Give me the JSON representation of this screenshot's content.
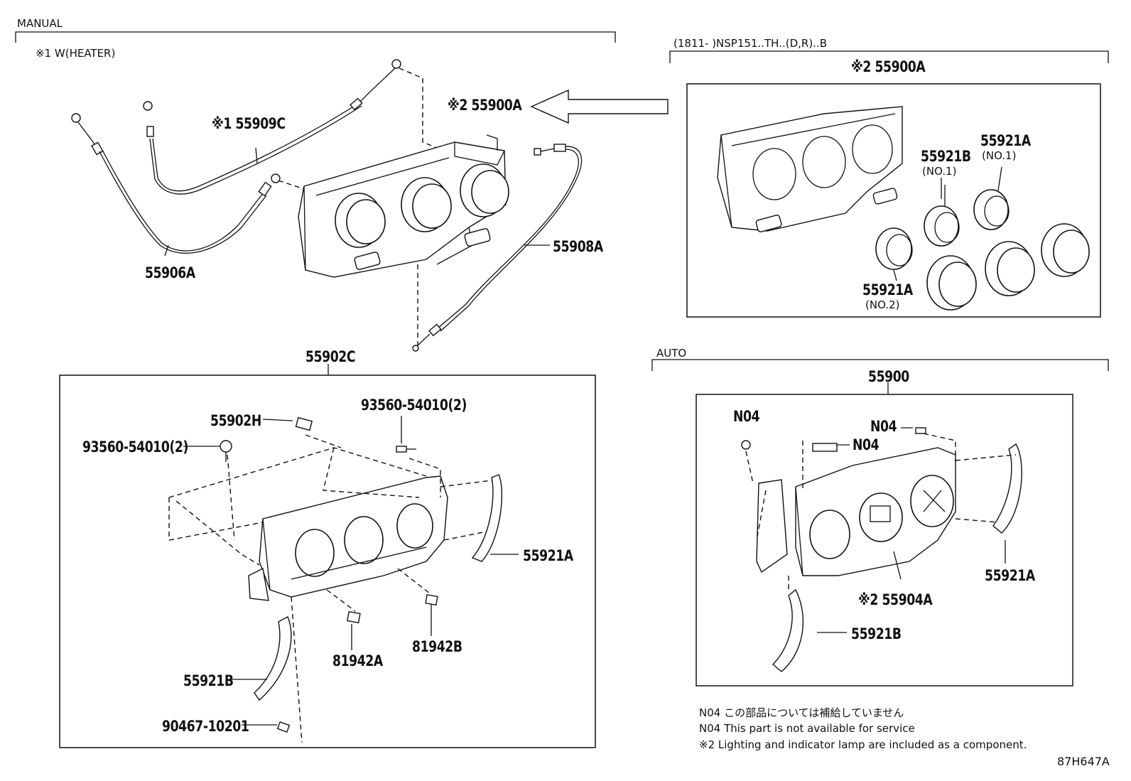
{
  "sections": {
    "manual": "MANUAL",
    "manual_variant": "※1 W(HEATER)",
    "model_variant": "(1811-         )NSP151..TH..(D,R)..B",
    "auto": "AUTO"
  },
  "parts": {
    "cable_c": "※1 55909C",
    "cable_a": "55906A",
    "cable_b": "55908A",
    "manual_unit": "※2 55900A",
    "variant_unit": "※2 55900A",
    "knob_b_no1": "55921B",
    "knob_b_no1_sub": "(NO.1)",
    "knob_a_no1": "55921A",
    "knob_a_no1_sub": "(NO.1)",
    "knob_a_no2": "55921A",
    "knob_a_no2_sub": "(NO.2)",
    "bezel_assy": "55902C",
    "clip_h": "55902H",
    "screw_right": "93560-54010(2)",
    "screw_left": "93560-54010(2)",
    "trim_right": "55921A",
    "trim_left": "55921B",
    "cap_a": "81942A",
    "cap_b": "81942B",
    "clip_bottom": "90467-10201",
    "auto_unit": "55900",
    "n04_top_left": "N04",
    "n04_screw": "N04",
    "n04_part": "N04",
    "auto_panel": "※2 55904A",
    "auto_trim_right": "55921A",
    "auto_trim_left": "55921B"
  },
  "notes": {
    "n04_jp": "N04 この部品については補給していません",
    "n04_en": "N04 This part is not available for service",
    "star2": "※2 Lighting and indicator lamp are included as a component."
  },
  "figure_id": "87H647A"
}
